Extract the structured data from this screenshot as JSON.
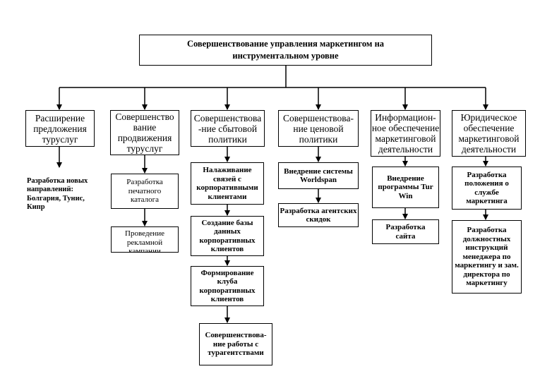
{
  "title": "Совершенствование управления маркетингом на\nинструментальном уровне",
  "columns": [
    {
      "header": "Расширение\nпредложения\nтуруслуг",
      "items": [
        "Разработка новых\nнаправлений:\nБолгария, Тунис,\nКипр"
      ]
    },
    {
      "header": "Совершенство\nвание\nпродвижения\nтуруслуг",
      "items": [
        "Разработка\nпечатного\nкаталога",
        "Проведение\nрекламной\nкампании"
      ]
    },
    {
      "header": "Совершенствова\n-ние сбытовой\nполитики",
      "items": [
        "Налаживание\nсвязей с\nкорпоративными\nклиентами",
        "Создание базы\nданных\nкорпоративных\nклиентов",
        "Формирование\nклуба\nкорпоративных\nклиентов",
        "Совершенствова-\nние работы с\nтурагентствами"
      ]
    },
    {
      "header": "Совершенствова-\nние ценовой\nполитики",
      "items": [
        "Внедрение системы\nWorldspan",
        "Разработка агентских\nскидок"
      ]
    },
    {
      "header": "Информацион-\nное обеспечение\nмаркетинговой\nдеятельности",
      "items": [
        "Внедрение\nпрограммы Tur\nWin",
        "Разработка\nсайта"
      ]
    },
    {
      "header": "Юридическое\nобеспечение\nмаркетинговой\nдеятельности",
      "items": [
        "Разработка\nположения о\nслужбе\nмаркетинга",
        "Разработка\nдолжностных\nинструкций\nменеджера по\nмаркетингу и зам.\nдиректора по\nмаркетингу"
      ]
    }
  ]
}
